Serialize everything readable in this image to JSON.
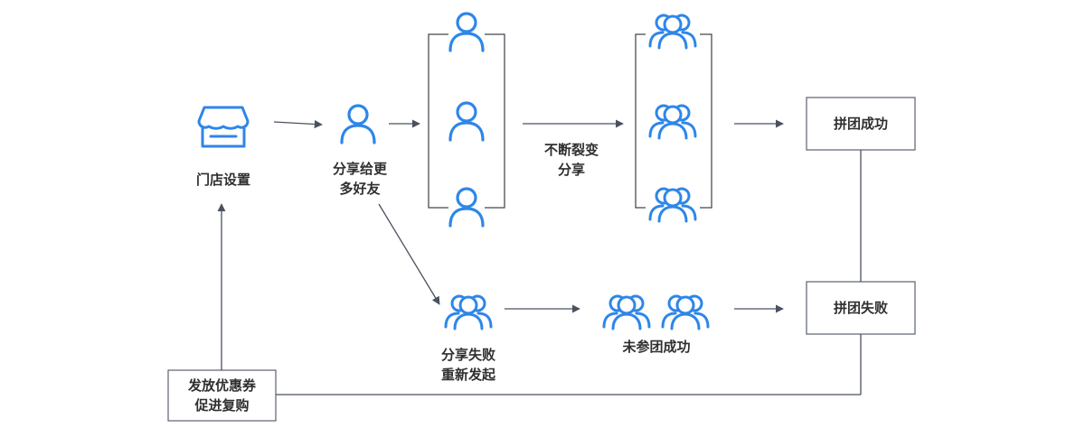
{
  "labels": {
    "store_settings": "门店设置",
    "share_more_friends": [
      "分享给更",
      "多好友"
    ],
    "viral_share": [
      "不断裂变",
      "分享"
    ],
    "group_success": "拼团成功",
    "group_fail": "拼团失败",
    "share_fail_restart": [
      "分享失败",
      "重新发起"
    ],
    "not_joined_success": "未参团成功",
    "issue_coupon": [
      "发放优惠券",
      "促进复购"
    ]
  },
  "colors": {
    "icon_blue": "#2e86e8",
    "line_gray": "#4a5260",
    "box_border": "#5a6270",
    "text_dark": "#2f2f2f"
  }
}
